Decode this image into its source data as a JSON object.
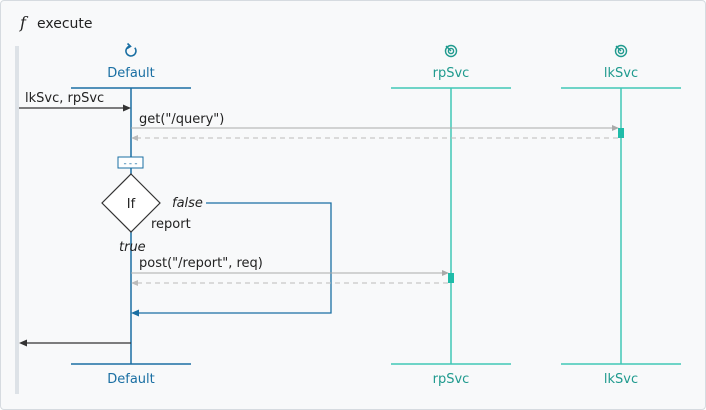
{
  "header": {
    "fn_symbol": "f",
    "title": "execute"
  },
  "participants": [
    {
      "id": "default",
      "name": "Default",
      "icon": "refresh-icon",
      "color": "#1a6fa3"
    },
    {
      "id": "rpsvc",
      "name": "rpSvc",
      "icon": "target-icon",
      "color": "#41c7b6"
    },
    {
      "id": "lksvc",
      "name": "lkSvc",
      "icon": "target-icon",
      "color": "#41c7b6"
    }
  ],
  "messages": {
    "incoming": "lkSvc, rpSvc",
    "get_query": "get(\"/query\")",
    "post_report": "post(\"/report\", req)"
  },
  "condition": {
    "keyword": "If",
    "expression": "report",
    "true_label": "true",
    "false_label": "false",
    "collapse_glyph": "---"
  },
  "colors": {
    "blue": "#1a6fa3",
    "teal": "#41c7b6",
    "gray": "#aaaaaa",
    "activation": "#1fbca9"
  }
}
